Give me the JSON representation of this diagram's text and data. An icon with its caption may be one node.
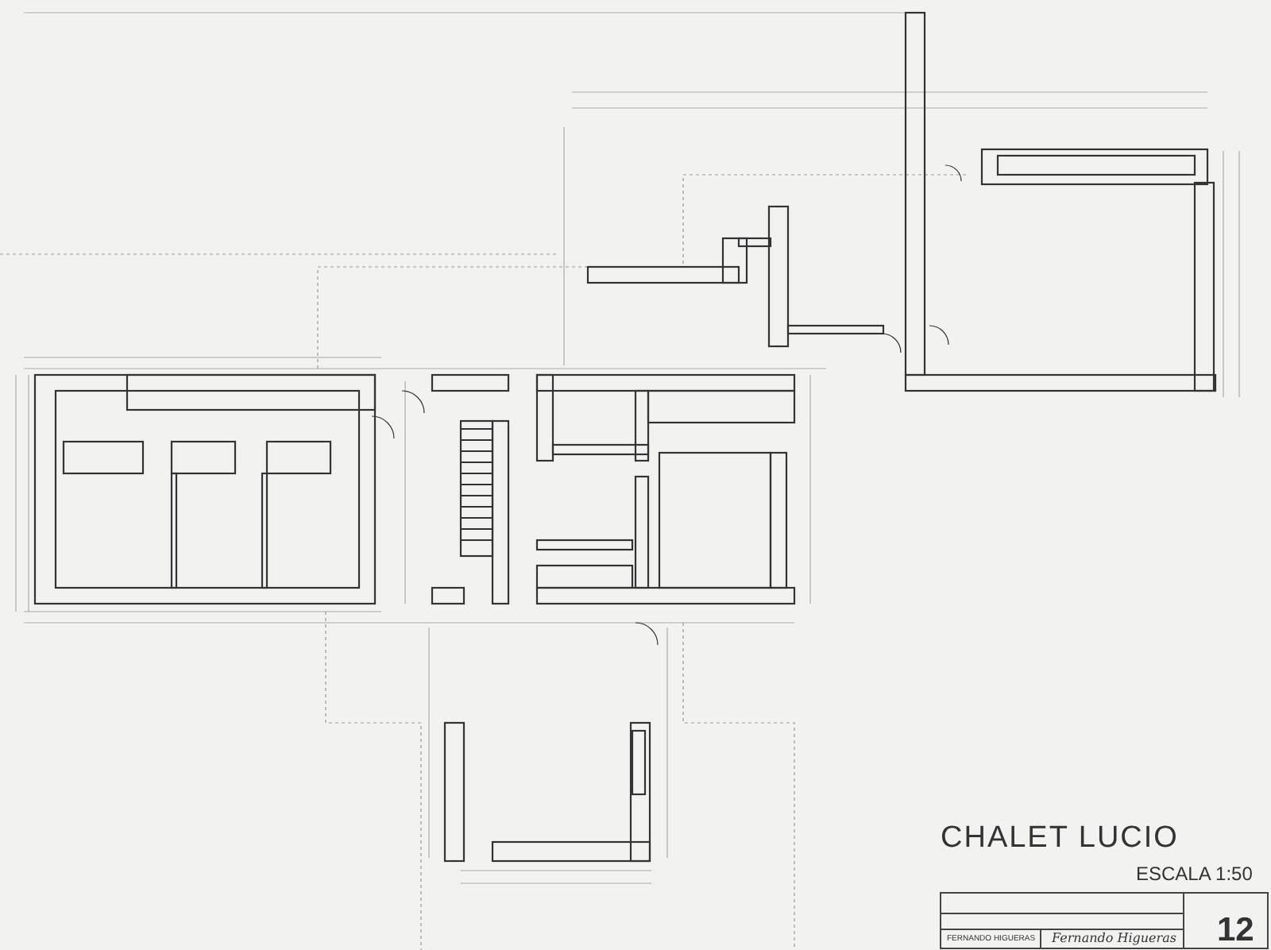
{
  "diagram": {
    "title": "CHALET LUCIO",
    "labels": [
      "ESCALA 1:50",
      "FERNANDO HIGUERAS",
      "Fernando Higueras",
      "12"
    ]
  }
}
